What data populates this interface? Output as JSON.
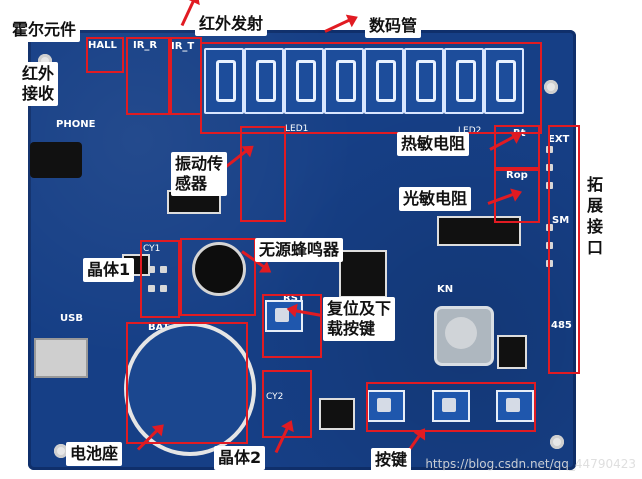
{
  "labels": {
    "hall": "霍尔元件",
    "ir_receiver": "红外\n接收",
    "ir_transmitter": "红外发射",
    "seven_segment": "数码管",
    "vibration_sensor": "振动传\n感器",
    "thermistor": "热敏电阻",
    "photoresistor": "光敏电阻",
    "expansion": "拓\n展\n接\n口",
    "crystal1": "晶体1",
    "buzzer": "无源蜂鸣器",
    "reset_download": "复位及下\n载按键",
    "battery": "电池座",
    "crystal2": "晶体2",
    "keys": "按键"
  },
  "board_text": {
    "hall": "HALL",
    "ir_r": "IR_R",
    "ir_t": "IR_T",
    "phone": "PHONE",
    "usb": "USB",
    "led1": "LED1",
    "led2": "LED2",
    "rst": "RST",
    "cy1": "CY1",
    "cy2": "CY2",
    "kn": "KN",
    "ext": "EXT",
    "sm": "SM",
    "rt": "Rt",
    "rop": "Rop",
    "bat": "BAT",
    "num485": "485"
  },
  "watermark": "https://blog.csdn.net/qq_44790423"
}
